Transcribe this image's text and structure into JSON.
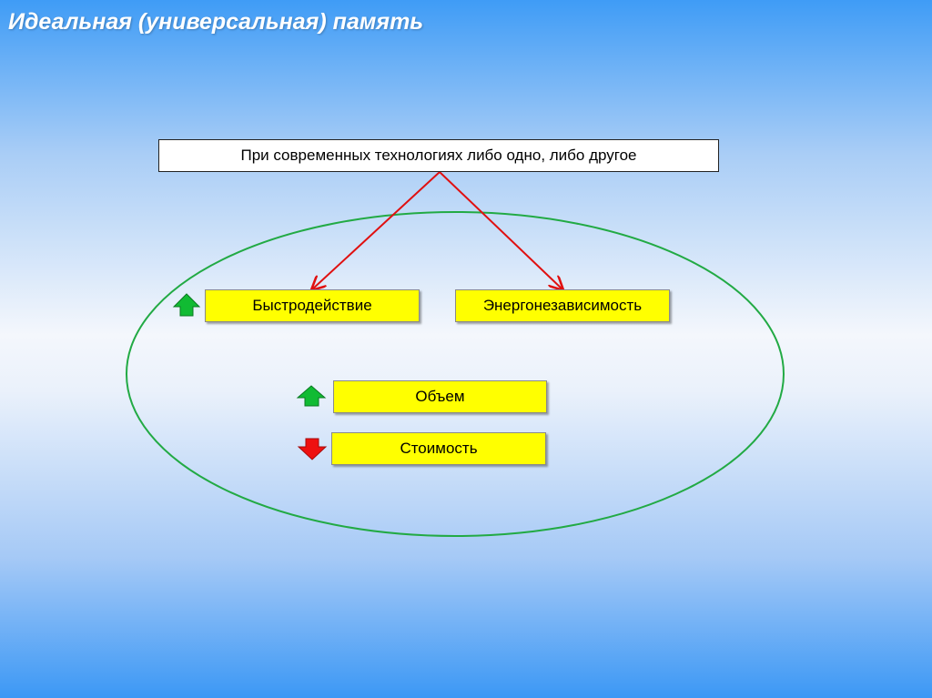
{
  "slide": {
    "title": "Идеальная (универсальная) память"
  },
  "diagram": {
    "top_box": "При современных технологиях либо одно, либо другое",
    "boxes": {
      "speed": "Быстродействие",
      "energy_independence": "Энергонезависимость",
      "volume": "Объем",
      "cost": "Стоимость"
    },
    "indicators": {
      "speed": "arrow-up-icon",
      "volume": "arrow-up-icon",
      "cost": "arrow-down-icon"
    },
    "colors": {
      "box_fill": "#ffff00",
      "ellipse_stroke": "#22aa44",
      "connector_arrow": "#e01010",
      "arrow_up": "#11bb33",
      "arrow_down": "#ee1111"
    }
  }
}
